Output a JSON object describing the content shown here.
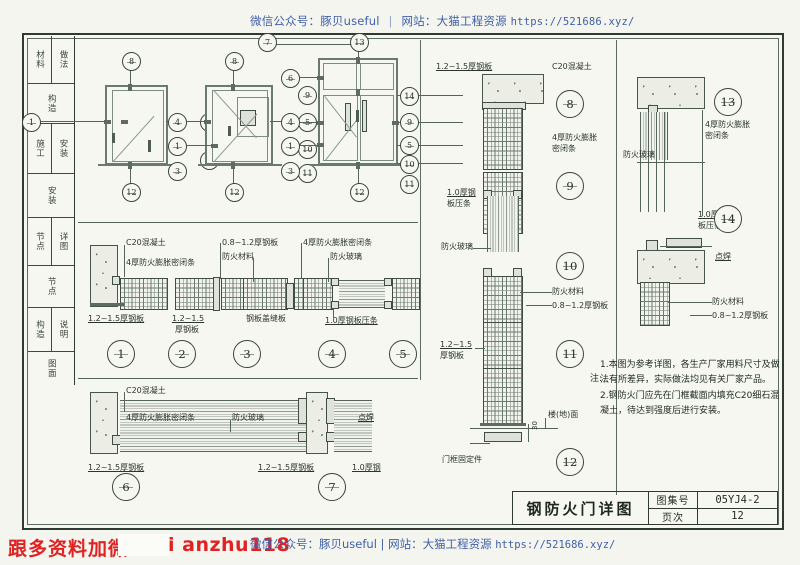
{
  "watermark": {
    "top_wechat": "微信公众号：豚贝useful",
    "top_sep": "|",
    "top_site": "网站：大猫工程资源",
    "top_url": "https://521686.xyz/",
    "bottom_wechat": "微信公众号：豚贝useful",
    "bottom_sep": "|",
    "bottom_site": "网站：大猫工程资源",
    "bottom_url": "https://521686.xyz/",
    "bottom_red_left": "跟多资料加微",
    "bottom_red_right": "i anzhu118",
    "color_blue": "#3f5fa8",
    "color_red": "#e02222"
  },
  "sidebar": {
    "cells": [
      {
        "subs": [
          "材料",
          "做法"
        ]
      },
      {
        "subs": [
          "构造"
        ]
      },
      {
        "subs": [
          "施工",
          "安装"
        ]
      },
      {
        "subs": [
          "安装"
        ]
      },
      {
        "subs": [
          "节点",
          "详图"
        ]
      },
      {
        "subs": [
          "节点"
        ]
      },
      {
        "subs": [
          "构造",
          "说明"
        ]
      },
      {
        "subs": [
          "图面"
        ]
      }
    ]
  },
  "elevations": [
    {
      "name": "single-leaf-fire-door",
      "bubbles_top": [
        "8"
      ],
      "bubbles_left": [
        "1"
      ],
      "bubbles_right": [
        "2",
        "11"
      ],
      "bubbles_bottom": [
        "12"
      ]
    },
    {
      "name": "single-leaf-with-vision-panel",
      "bubbles_top": [
        "8"
      ],
      "bubbles_left": [
        "4",
        "1",
        "3"
      ],
      "bubbles_right": [
        "9",
        "5",
        "10",
        "11"
      ],
      "bubbles_bottom": [
        "12"
      ]
    },
    {
      "name": "double-leaf-with-transom",
      "bubbles_top": [
        "7",
        "13"
      ],
      "bubbles_left": [
        "6",
        "4",
        "1",
        "3"
      ],
      "bubbles_right": [
        "14",
        "9",
        "5",
        "10",
        "11"
      ],
      "bubbles_bottom": [
        "12"
      ]
    }
  ],
  "details": {
    "row_middle": {
      "labels": {
        "c20": "C20混凝土",
        "seal4": "4厚防火膨胀密闭条",
        "plate12": "1.2~1.5厚钢板",
        "plate12b": "1.2~1.5",
        "plate12b2": "厚钢板",
        "fireproof_material": "防火材料",
        "plate08": "0.8~1.2厚钢板",
        "cover_strip": "钢板盖缝板",
        "fire_glass": "防火玻璃",
        "press_strip": "1.0厚钢板压条"
      },
      "bubbles": [
        "1",
        "2",
        "3",
        "4",
        "5"
      ]
    },
    "row_bottom": {
      "labels": {
        "c20": "C20混凝土",
        "seal4": "4厚防火膨胀密闭条",
        "plate12": "1.2~1.5厚钢板",
        "fire_glass": "防火玻璃",
        "spot_weld": "点焊",
        "plate12b": "1.2~1.5厚钢板",
        "press_strip": "1.0厚钢"
      },
      "bubbles": [
        "6",
        "7"
      ]
    },
    "column_center": {
      "labels": {
        "plate12": "1.2~1.5厚钢板",
        "c20": "C20混凝土",
        "seal4_l1": "4厚防火膨胀",
        "seal4_l2": "密闭条",
        "press_l1": "1.0厚钢",
        "press_l2": "板压条",
        "fire_glass": "防火玻璃",
        "fireproof_material": "防火材料",
        "plate08": "0.8~1.2厚钢板",
        "plate12_l1": "1.2~1.5",
        "plate12_l2": "厚钢板",
        "floor_level": "楼(地)面",
        "dim_30": "30",
        "door_fixing": "门框固定件"
      },
      "bubbles": [
        "8",
        "9",
        "10",
        "11",
        "12"
      ]
    },
    "column_right": {
      "labels": {
        "seal4_l1": "4厚防火膨胀",
        "seal4_l2": "密闭条",
        "fire_glass": "防火玻璃",
        "press_l1": "1.0厚钢",
        "press_l2": "板压条",
        "spot_weld": "点焊",
        "fireproof_material": "防火材料",
        "plate08": "0.8~1.2厚钢板"
      },
      "bubbles": [
        "13",
        "14"
      ]
    }
  },
  "notes": {
    "marker": "注:",
    "items": [
      "1.本图为参考详图，各生产厂家用料尺寸及做法有所差异，实际做法均见有关厂家产品。",
      "2.钢防火门应先在门框截面内填充C20细石混凝土，待达到强度后进行安装。"
    ]
  },
  "title_block": {
    "title": "钢防火门详图",
    "atlas_key": "图集号",
    "atlas_value": "05YJ4-2",
    "page_key": "页次",
    "page_value": "12"
  }
}
